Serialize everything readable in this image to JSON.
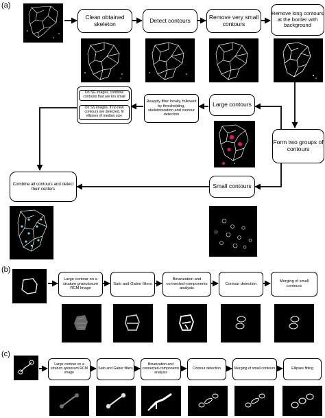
{
  "panel_labels": {
    "a": "(a)",
    "b": "(b)",
    "c": "(c)"
  },
  "panel_a": {
    "clean": "Clean obtained skeleton",
    "detect": "Detect contours",
    "remove_small": "Remove very small contours",
    "remove_long": "Remove long contours at the border with background",
    "large": "Large contours",
    "reapply": "Reapply filter locally, followed by thresholding, skeletonization and contour detection",
    "sg_note": "On SG images, combine contours that are too small",
    "ss_note": "On SS images, if no new contours are detected, fit ellipses of median size",
    "form_groups": "Form two groups of contours",
    "small": "Small contours",
    "combine": "Combine all contours and detect their centers"
  },
  "panel_b": {
    "step1_pre": "Large contour on a ",
    "step1_em": "stratum granulosum",
    "step1_post": " RCM image",
    "step2": "Sato and Gabor filters",
    "step3": "Binarization and connected-components analysis",
    "step4": "Contour detection",
    "step5": "Merging of small contours"
  },
  "panel_c": {
    "step1_pre": "Large contour on a ",
    "step1_em": "stratum spinosum",
    "step1_post": " RCM image",
    "step2": "Sato and Gabor filters",
    "step3": "Binarization and connected-components analysis",
    "step4": "Contour detection",
    "step5": "Merging of small contours",
    "step6": "Ellipses fitting"
  },
  "colors": {
    "box_border": "#000000",
    "thumb_bg": "#000000",
    "cell": "#ffffff",
    "highlight": "#d81b60",
    "center": "#7fd3e6"
  }
}
